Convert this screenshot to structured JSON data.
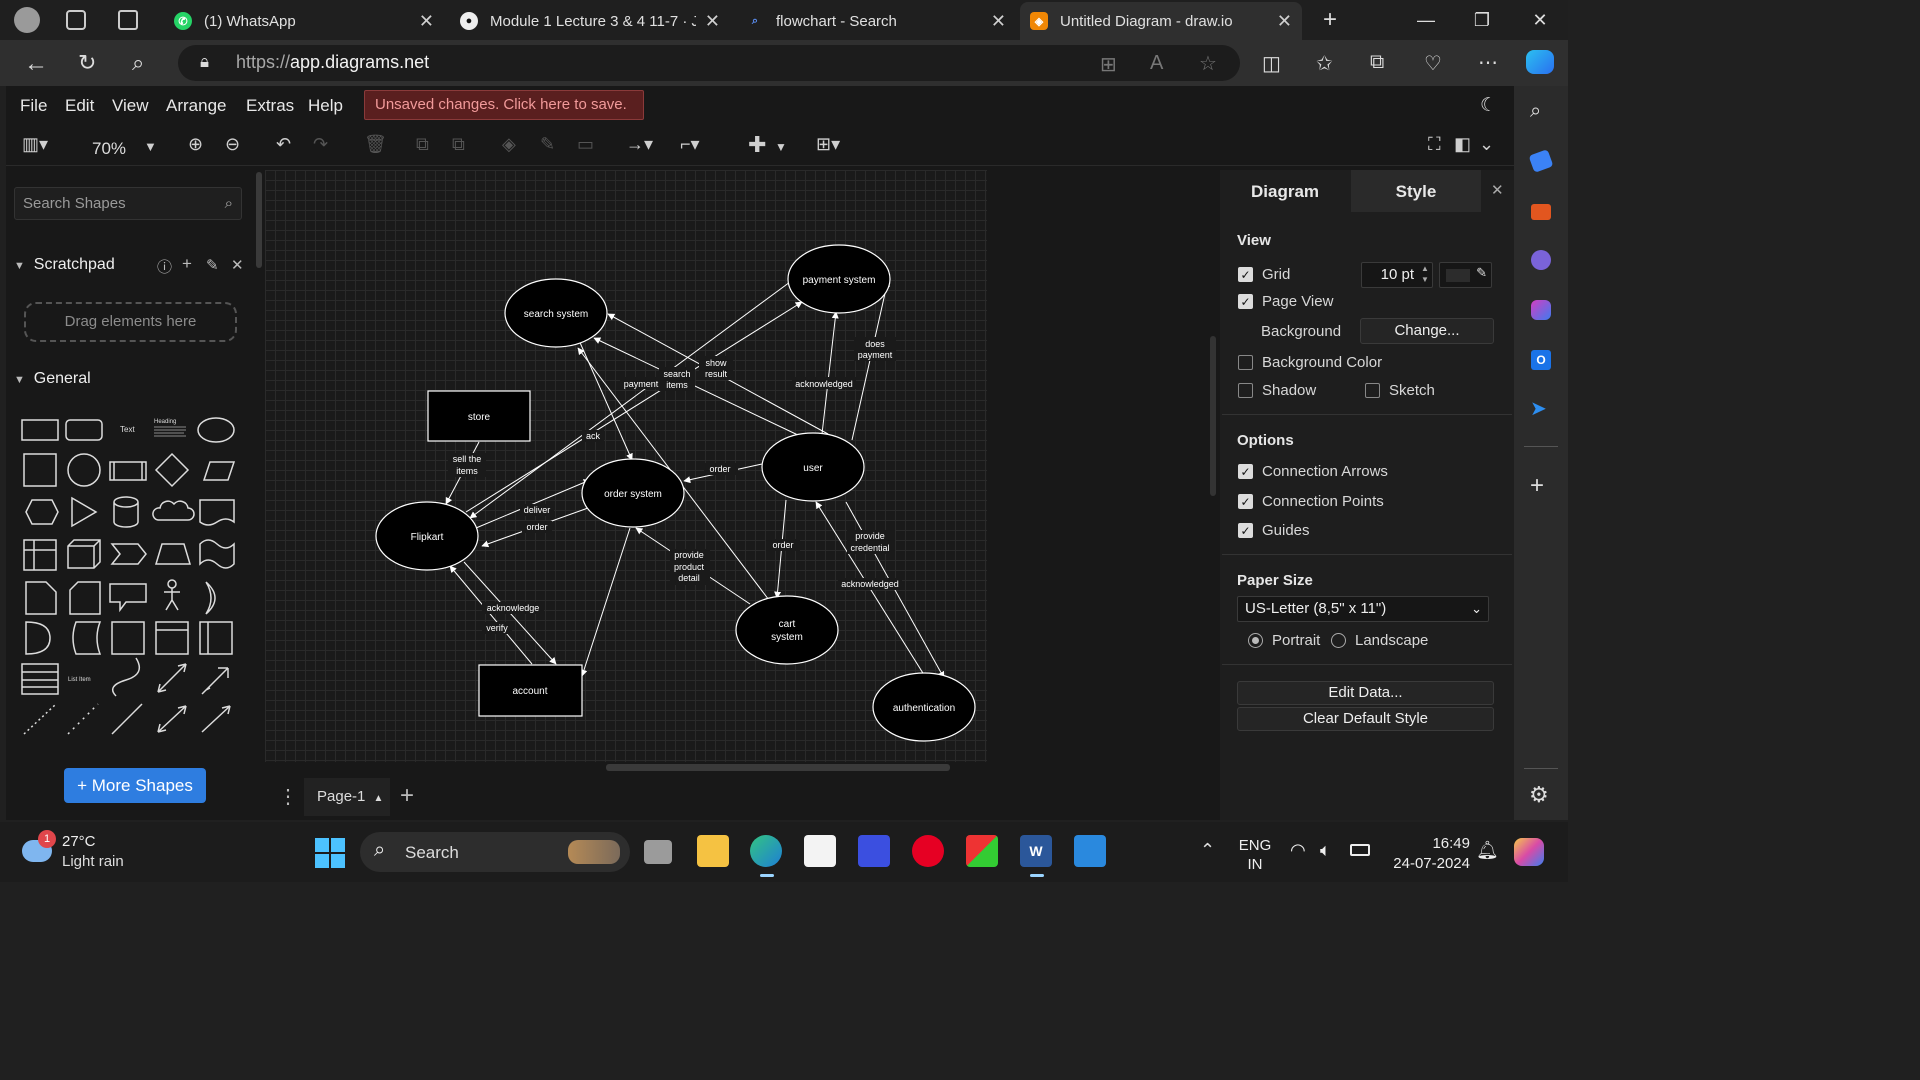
{
  "browser": {
    "tabs": [
      {
        "title": "(1) WhatsApp",
        "icon": "whatsapp-icon"
      },
      {
        "title": "Module 1 Lecture 3 & 4 11-7 · J",
        "icon": "github-icon"
      },
      {
        "title": "flowchart - Search",
        "icon": "search-icon"
      },
      {
        "title": "Untitled Diagram - draw.io",
        "icon": "drawio-icon",
        "active": true
      }
    ],
    "url_prefix": "https://",
    "url_domain": "app.diagrams.net"
  },
  "app": {
    "menu": [
      "File",
      "Edit",
      "View",
      "Arrange",
      "Extras",
      "Help"
    ],
    "save_banner": "Unsaved changes. Click here to save.",
    "zoom": "70%",
    "search_placeholder": "Search Shapes",
    "scratchpad": "Scratchpad",
    "drop_hint": "Drag elements here",
    "general": "General",
    "more_shapes": "More Shapes",
    "page_tab": "Page-1",
    "shape_labels": {
      "text": "Text",
      "heading": "Heading",
      "list_item": "List Item"
    }
  },
  "format_panel": {
    "tabs": [
      "Diagram",
      "Style"
    ],
    "view_heading": "View",
    "grid_label": "Grid",
    "grid_size": "10 pt",
    "page_view": "Page View",
    "background": "Background",
    "change": "Change...",
    "background_color": "Background Color",
    "shadow": "Shadow",
    "sketch": "Sketch",
    "options_heading": "Options",
    "connection_arrows": "Connection Arrows",
    "connection_points": "Connection Points",
    "guides": "Guides",
    "paper_heading": "Paper Size",
    "paper_size": "US-Letter (8,5\" x 11\")",
    "portrait": "Portrait",
    "landscape": "Landscape",
    "edit_data": "Edit Data...",
    "clear_style": "Clear Default Style"
  },
  "diagram": {
    "nodes": {
      "payment": "payment system",
      "search": "search system",
      "store": "store",
      "flipkart": "Flipkart",
      "order": "order system",
      "user": "user",
      "cart1": "cart",
      "cart2": "system",
      "account": "account",
      "auth": "authentication"
    },
    "edges": {
      "sell1": "sell the",
      "sell2": "items",
      "payment": "payment",
      "search1": "search",
      "search2": "items",
      "show1": "show",
      "show2": "result",
      "ack": "ack",
      "acknowledged": "acknowledged",
      "does1": "does",
      "does2": "payment",
      "order1": "order",
      "deliver": "deliver",
      "order2": "order",
      "order3": "order",
      "provide1": "provide",
      "provide2": "product",
      "provide3": "detail",
      "cred1": "provide",
      "cred2": "credential",
      "acknowledged2": "acknowledged",
      "acknowledge": "acknowledge",
      "verify": "verify"
    }
  },
  "taskbar": {
    "temp": "27°C",
    "weather": "Light rain",
    "badge": "1",
    "search": "Search",
    "lang1": "ENG",
    "lang2": "IN",
    "time": "16:49",
    "date": "24-07-2024"
  }
}
